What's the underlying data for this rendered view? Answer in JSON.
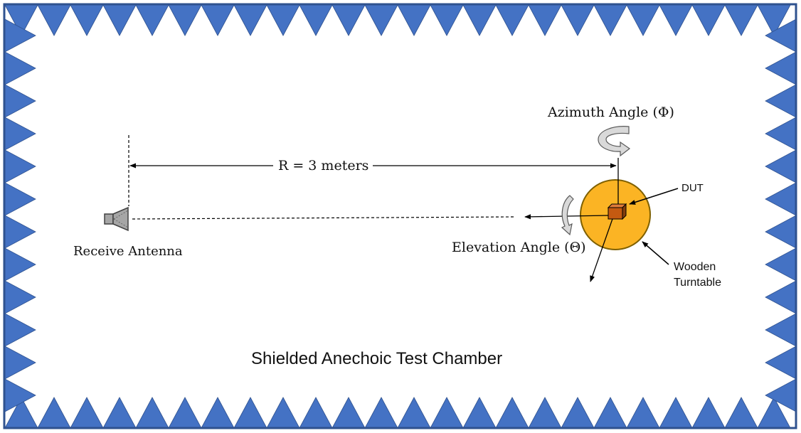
{
  "diagram": {
    "chamber_label": "Shielded Anechoic Test Chamber",
    "antenna_label": "Receive Antenna",
    "distance_label": "R = 3 meters",
    "azimuth_label": "Azimuth Angle (Φ)",
    "elevation_label": "Elevation Angle (Θ)",
    "dut_label": "DUT",
    "turntable_label_line1": "Wooden",
    "turntable_label_line2": "Turntable"
  },
  "colors": {
    "absorber": "#4472c4",
    "absorber_edge": "#2f528f",
    "turntable": "#fbb424",
    "turntable_edge": "#7f6000",
    "dut": "#c55a11",
    "arrow": "#000000",
    "rotation_arrow": "#d9d9d9",
    "antenna": "#a6a6a6"
  }
}
